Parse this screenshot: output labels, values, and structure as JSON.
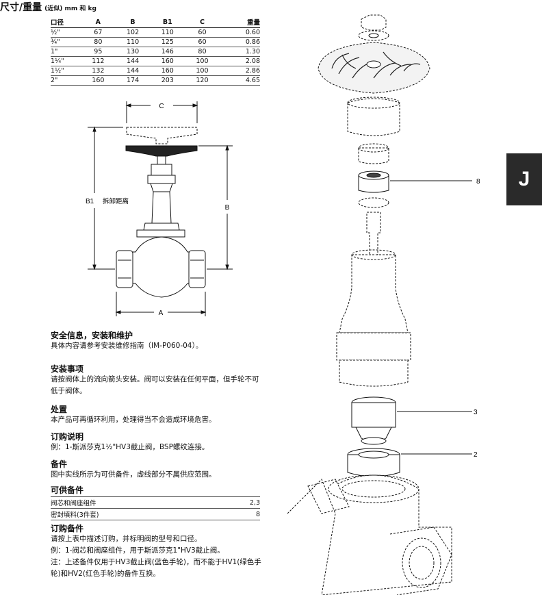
{
  "dimensions": {
    "title": "尺寸/重量",
    "subtitle": "(近似) mm 和 kg",
    "headers": [
      "口径",
      "A",
      "B",
      "B1",
      "C",
      "重量"
    ],
    "rows": [
      [
        "½\"",
        "67",
        "102",
        "110",
        "60",
        "0.60"
      ],
      [
        "¾\"",
        "80",
        "110",
        "125",
        "60",
        "0.86"
      ],
      [
        "1\"",
        "95",
        "130",
        "146",
        "80",
        "1.30"
      ],
      [
        "1¼\"",
        "112",
        "144",
        "160",
        "100",
        "2.08"
      ],
      [
        "1½\"",
        "132",
        "144",
        "160",
        "100",
        "2.86"
      ],
      [
        "2\"",
        "160",
        "174",
        "203",
        "120",
        "4.65"
      ]
    ]
  },
  "drawing": {
    "label_c": "C",
    "label_b1": "B1",
    "label_b1_note": "拆卸距离",
    "label_b": "B",
    "label_a": "A"
  },
  "exploded": {
    "callout_8": "8",
    "callout_3": "3",
    "callout_2": "2"
  },
  "side_tab": "J",
  "sections": {
    "safety_title": "安全信息，安装和维护",
    "safety_text": "具体内容请参考安装维修指南（IM-P060-04）。",
    "install_title": "安装事项",
    "install_text": "请按阀体上的流向箭头安装。阀可以安装在任何平面，但手轮不可低于阀体。",
    "disposal_title": "处置",
    "disposal_text": "本产品可再循环利用，处理得当不会造成环境危害。",
    "order_title": "订购说明",
    "order_text": "例：1-斯派莎克1½\"HV3截止阀，BSP螺纹连接。",
    "spares_title": "备件",
    "spares_text": "图中实线所示为可供备件，虚线部分不属供应范围。",
    "available_title": "可供备件",
    "available_rows": [
      {
        "name": "阀芯和阀座组件",
        "ref": "2,3"
      },
      {
        "name": "密封填料(3件套)",
        "ref": "8"
      }
    ],
    "ordering_spares_title": "订购备件",
    "ordering_spares_line1": "请按上表中描述订购，并标明阀的型号和口径。",
    "ordering_spares_line2": "例：1-阀芯和阀座组件，用于斯派莎克1\"HV3截止阀。",
    "ordering_spares_line3": "注：上述备件仅用于HV3截止阀(蓝色手轮)，而不能于HV1(绿色手轮)和HV2(红色手轮)的备件互换。"
  }
}
